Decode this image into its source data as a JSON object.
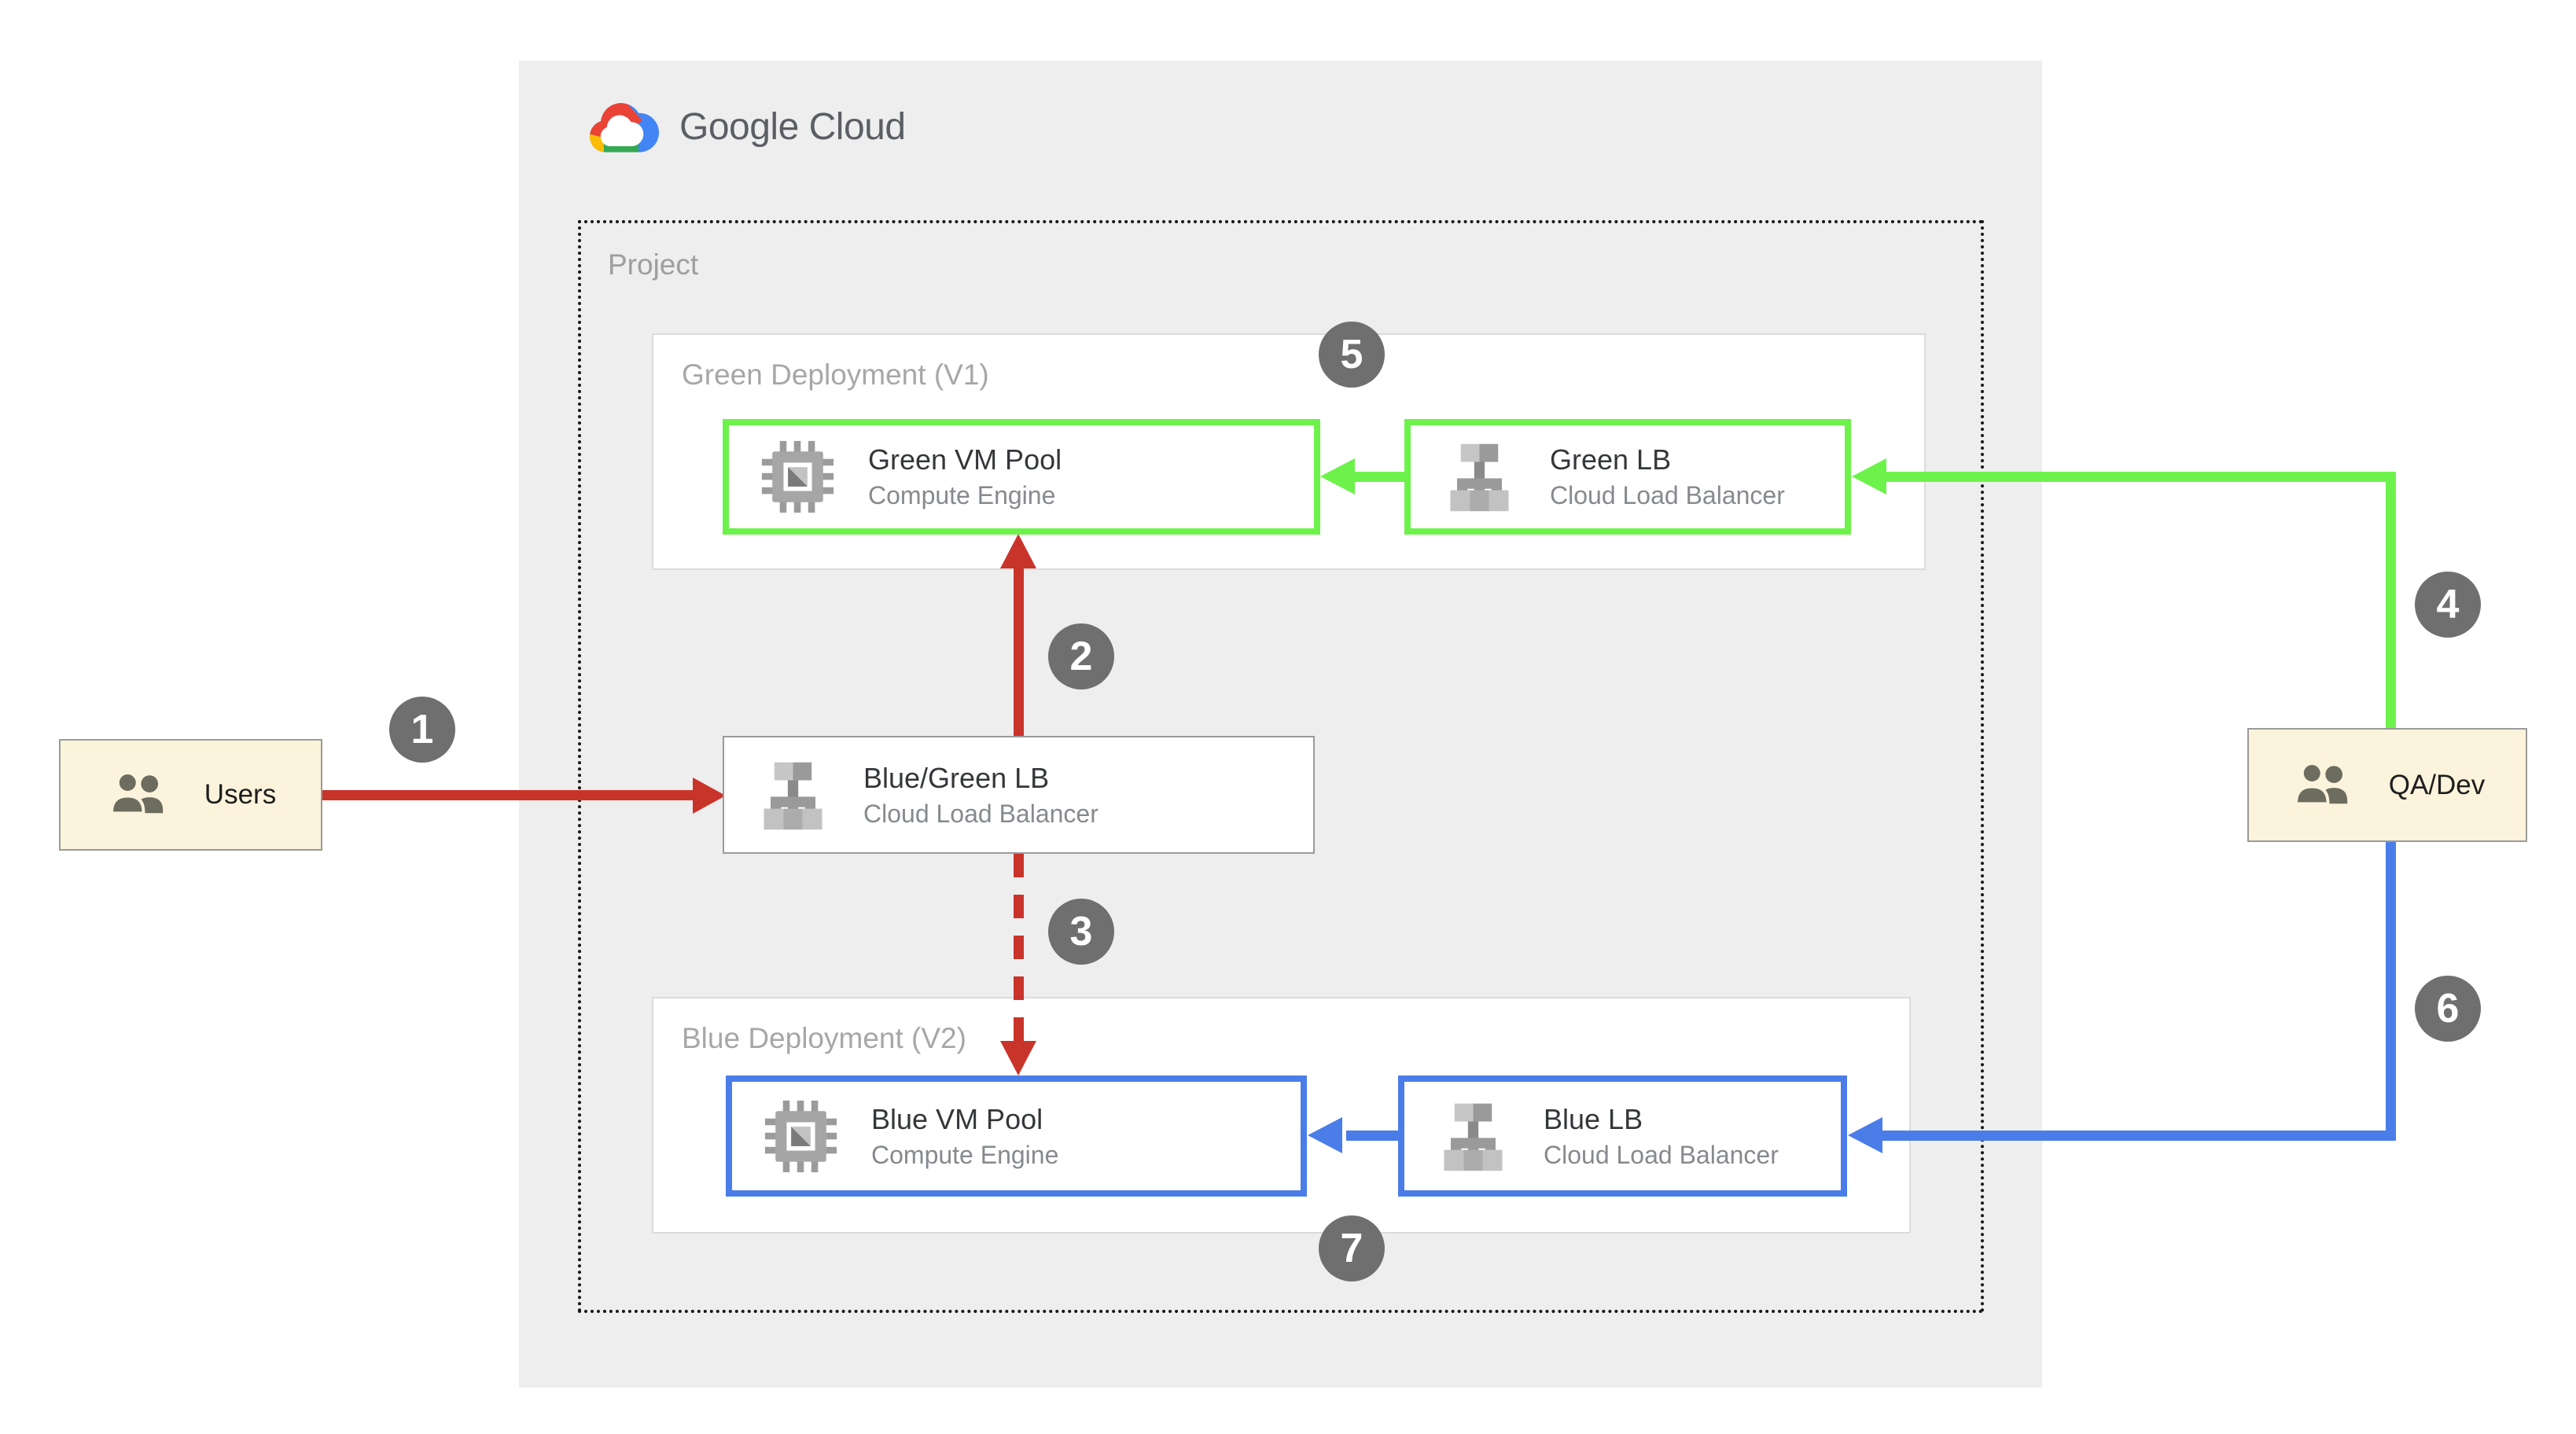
{
  "brand": {
    "name": "Google Cloud"
  },
  "project": {
    "label": "Project"
  },
  "groups": {
    "green": {
      "label": "Green Deployment (V1)"
    },
    "blue": {
      "label": "Blue Deployment (V2)"
    }
  },
  "nodes": {
    "green_vm": {
      "title": "Green VM Pool",
      "subtitle": "Compute Engine"
    },
    "green_lb": {
      "title": "Green LB",
      "subtitle": "Cloud Load Balancer"
    },
    "bluegreen_lb": {
      "title": "Blue/Green LB",
      "subtitle": "Cloud Load Balancer"
    },
    "blue_vm": {
      "title": "Blue VM Pool",
      "subtitle": "Compute Engine"
    },
    "blue_lb": {
      "title": "Blue LB",
      "subtitle": "Cloud Load Balancer"
    },
    "users": {
      "label": "Users"
    },
    "qadev": {
      "label": "QA/Dev"
    }
  },
  "steps": [
    "1",
    "2",
    "3",
    "4",
    "5",
    "6",
    "7"
  ],
  "icons": {
    "logo": "google-cloud-logo",
    "compute": "compute-engine-icon",
    "load_balancer": "load-balancer-icon",
    "people": "users-icon"
  },
  "colors": {
    "panel_gray": "#EEEEEE",
    "arrow_red": "#C9342A",
    "arrow_green": "#6DF24C",
    "arrow_blue": "#4A7DE8",
    "badge_gray": "#6F6F6F",
    "actor_fill": "#FBF3DC",
    "label_gray": "#9E9E9E",
    "logo_red": "#EA4335",
    "logo_yellow": "#FBBC05",
    "logo_green": "#34A853",
    "logo_blue": "#4285F4"
  }
}
